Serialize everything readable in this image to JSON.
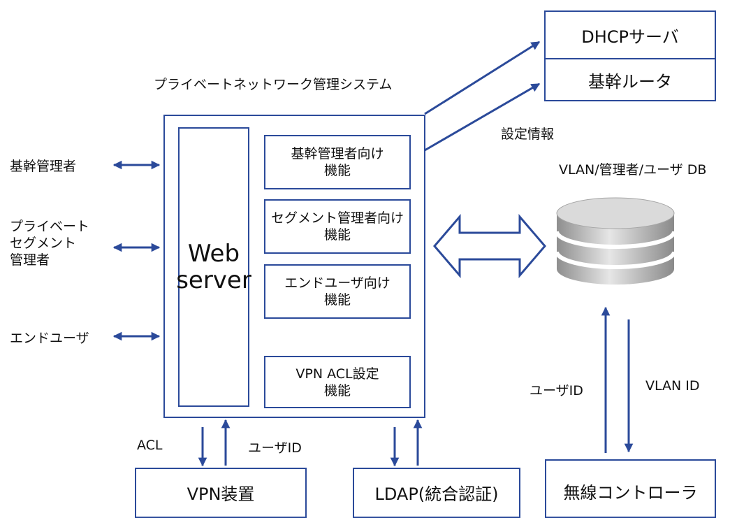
{
  "title": "プライベートネットワーク管理システム",
  "dhcp_server": "DHCPサーバ",
  "core_router": "基幹ルータ",
  "config_info": "設定情報",
  "db_label": "VLAN/管理者/ユーザ DB",
  "actors": {
    "core_admin": "基幹管理者",
    "segment_admin_line1": "プライベート",
    "segment_admin_line2": "セグメント",
    "segment_admin_line3": "管理者",
    "end_user": "エンドユーザ"
  },
  "web_server": {
    "line1": "Web",
    "line2": "server"
  },
  "functions": {
    "core_admin_line1": "基幹管理者向け",
    "core_admin_line2": "機能",
    "segment_admin_line1": "セグメント管理者向け",
    "segment_admin_line2": "機能",
    "end_user_line1": "エンドユーザ向け",
    "end_user_line2": "機能",
    "vpn_acl_line1": "VPN ACL設定",
    "vpn_acl_line2": "機能"
  },
  "flows": {
    "acl": "ACL",
    "user_id_vpn": "ユーザID",
    "user_id_wlc": "ユーザID",
    "vlan_id": "VLAN ID"
  },
  "bottom": {
    "vpn_device": "VPN装置",
    "ldap": "LDAP(統合認証)",
    "wireless_controller": "無線コントローラ"
  },
  "colors": {
    "line": "#2b4a9a",
    "db_top": "#dcdcdc",
    "db_side": "#9a9a9a"
  }
}
